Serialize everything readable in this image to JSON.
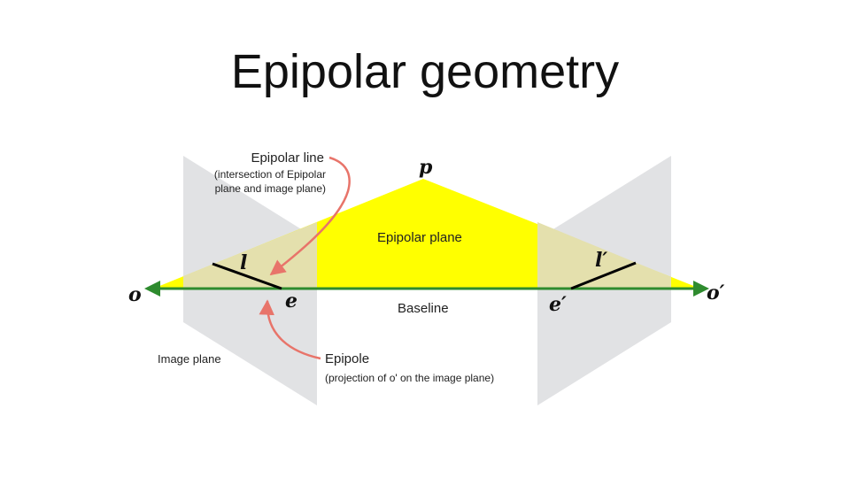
{
  "slide": {
    "title": "Epipolar geometry"
  },
  "labels": {
    "epipolar_line": "Epipolar line",
    "epipolar_line_note": "(intersection of Epipolar plane and image plane)",
    "epipolar_plane": "Epipolar plane",
    "baseline": "Baseline",
    "image_plane": "Image plane",
    "epipole": "Epipole",
    "epipole_note": "(projection of o' on the image plane)"
  },
  "symbols": {
    "p": "p",
    "o": "o",
    "o_prime": "o′",
    "l": "l",
    "l_prime": "l′",
    "e": "e",
    "e_prime": "e′"
  },
  "colors": {
    "epipolar_plane": "#ffff00",
    "image_plane": "#e1e2e4",
    "baseline": "#2e8b2e",
    "pointer_arrow": "#e8746a",
    "epipolar_line": "#000000"
  }
}
